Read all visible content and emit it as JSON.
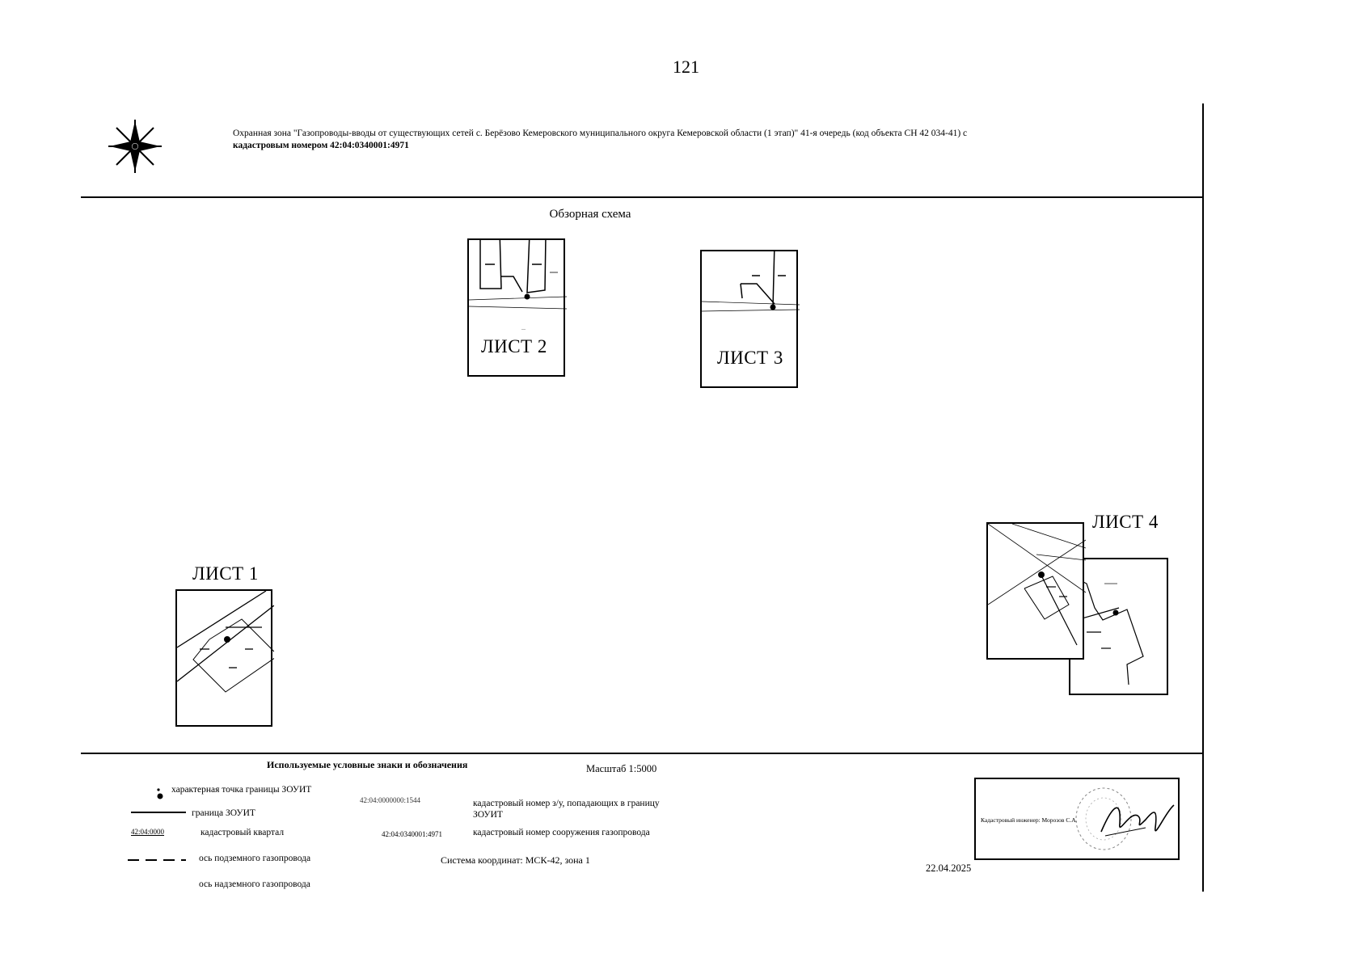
{
  "page": {
    "number": "121"
  },
  "header": {
    "title_line1": "Охранная зона \"Газопроводы-вводы от существующих сетей с. Берёзово Кемеровского муниципального округа Кемеровской области (1 этап)\" 41-я очередь (код объекта СН 42 034-41) с",
    "title_line2": "кадастровым номером 42:04:0340001:4971",
    "compass_icon": "compass-rose-icon"
  },
  "overview": {
    "title": "Обзорная схема",
    "sheets": [
      {
        "label": "ЛИСТ 1"
      },
      {
        "label": "ЛИСТ 2"
      },
      {
        "label": "ЛИСТ 3"
      },
      {
        "label": "ЛИСТ 4"
      }
    ]
  },
  "legend": {
    "title": "Используемые условные знаки и обозначения",
    "items": {
      "point": "характерная точка границы ЗОУИТ",
      "boundary": "граница ЗОУИТ",
      "quarter_code": "42:04:0000",
      "quarter": "кадастровый квартал",
      "underground": "ось подземного газопровода",
      "aboveground": "ось надземного газопровода",
      "parcel_code": "42:04:0000000:1544",
      "parcel": "кадастровый номер з/у, попадающих в границу ЗОУИТ",
      "structure_code": "42:04:0340001:4971",
      "structure": "кадастровый номер сооружения газопровода"
    },
    "scale": "Масштаб 1:5000",
    "coordinate_system": "Система координат: МСК-42, зона 1"
  },
  "signature": {
    "label": "Кадастровый инженер: Морозов С.А.",
    "date": "22.04.2025"
  },
  "colors": {
    "ink": "#000000",
    "paper": "#ffffff"
  }
}
